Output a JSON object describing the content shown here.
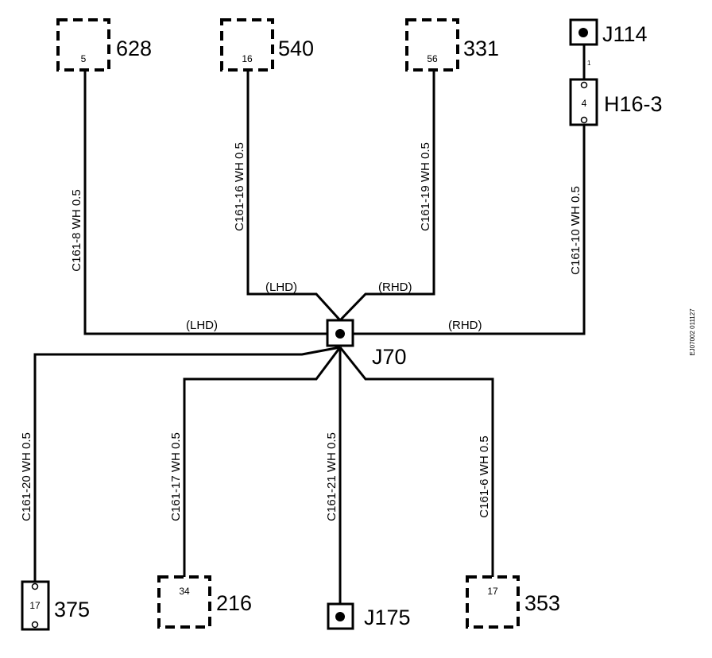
{
  "connectors": {
    "c628": {
      "id": "628",
      "pin": "5"
    },
    "c540": {
      "id": "540",
      "pin": "16"
    },
    "c331": {
      "id": "331",
      "pin": "56"
    },
    "j114": {
      "id": "J114",
      "pin": "1"
    },
    "h16_3": {
      "id": "H16-3",
      "pin": "4"
    },
    "j70": {
      "id": "J70"
    },
    "c375": {
      "id": "375",
      "pin": "17"
    },
    "c216": {
      "id": "216",
      "pin": "34"
    },
    "j175": {
      "id": "J175"
    },
    "c353": {
      "id": "353",
      "pin": "17"
    }
  },
  "wires": {
    "c161_8": "C161-8  WH  0.5",
    "c161_16": "C161-16  WH  0.5",
    "c161_19": "C161-19  WH  0.5",
    "c161_10": "C161-10  WH  0.5",
    "c161_20": "C161-20  WH  0.5",
    "c161_17": "C161-17  WH  0.5",
    "c161_21": "C161-21  WH  0.5",
    "c161_6": "C161-6  WH  0.5"
  },
  "variants": {
    "lhd_upper": "(LHD)",
    "rhd_upper": "(RHD)",
    "lhd_lower": "(LHD)",
    "rhd_lower": "(RHD)"
  },
  "ref_code": "EJ07002 011127"
}
